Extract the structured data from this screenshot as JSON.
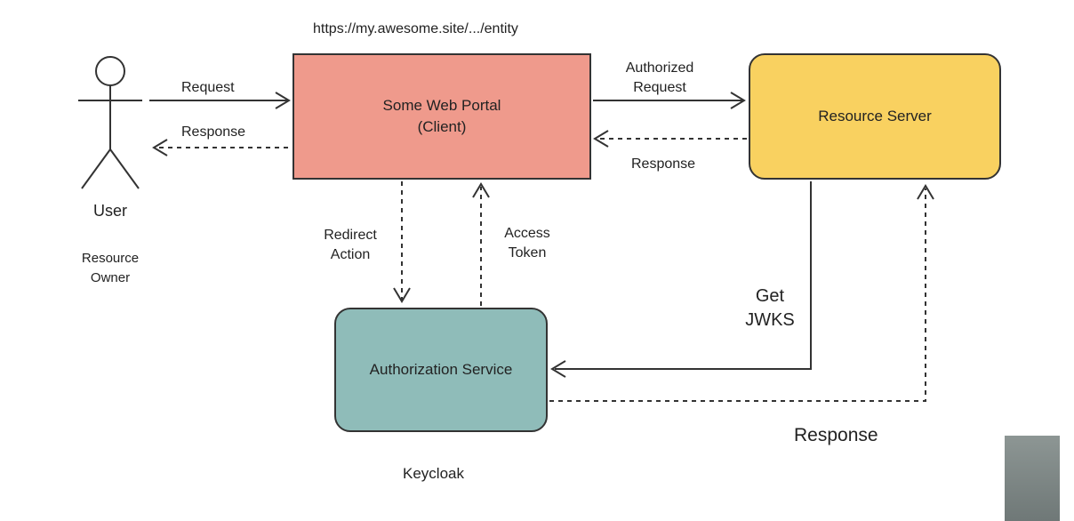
{
  "url": "https://my.awesome.site/.../entity",
  "user": {
    "label": "User",
    "role_line1": "Resource",
    "role_line2": "Owner"
  },
  "client": {
    "line1": "Some Web Portal",
    "line2": "(Client)"
  },
  "resource_server": {
    "label": "Resource Server"
  },
  "auth_service": {
    "label": "Authorization Service",
    "caption": "Keycloak"
  },
  "edges": {
    "request": "Request",
    "response_user": "Response",
    "authorized_line1": "Authorized",
    "authorized_line2": "Request",
    "response_client": "Response",
    "redirect_line1": "Redirect",
    "redirect_line2": "Action",
    "access_line1": "Access",
    "access_line2": "Token",
    "get_line1": "Get",
    "get_line2": "JWKS",
    "response_auth": "Response"
  },
  "colors": {
    "client": "#ef9a8c",
    "resource_server": "#f9d160",
    "auth_service": "#8fbcb9"
  }
}
